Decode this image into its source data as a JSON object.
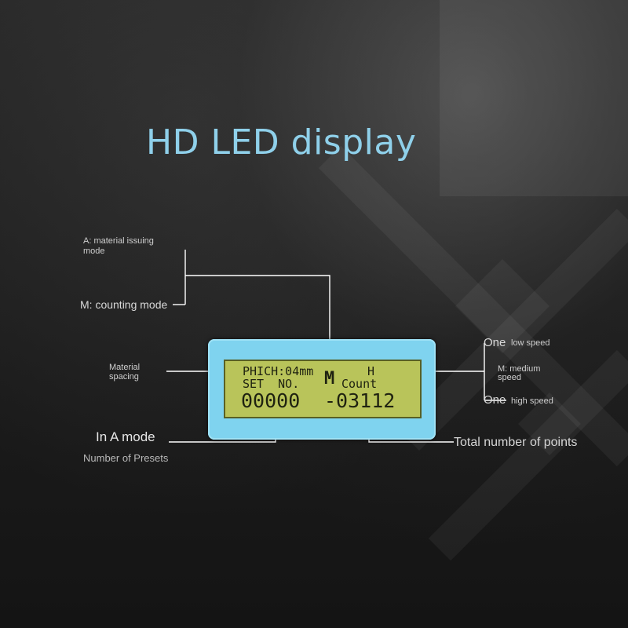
{
  "title": "HD LED display",
  "labels": {
    "a_mode_1": "A: material issuing",
    "a_mode_2": "mode",
    "m_mode": "M: counting mode",
    "spacing_1": "Material",
    "spacing_2": "spacing",
    "in_a_mode": "In A mode",
    "presets": "Number of Presets",
    "total_points": "Total number of points",
    "speed_low_prefix": "One",
    "speed_low": "low speed",
    "speed_med_1": "M: medium",
    "speed_med_2": "speed",
    "speed_high_prefix": "One",
    "speed_high": "high speed"
  },
  "lcd": {
    "row1_left": "PHICH:04mm",
    "mode": "M",
    "row1_right": "H",
    "row2_left": "SET  NO.",
    "row2_right": "Count",
    "preset_value": "00000",
    "count_value": "-03112"
  },
  "colors": {
    "title": "#8fd0ea",
    "device_body": "#7fd3ef",
    "lcd_background": "#b9c45a",
    "lcd_text": "#1f2210"
  }
}
